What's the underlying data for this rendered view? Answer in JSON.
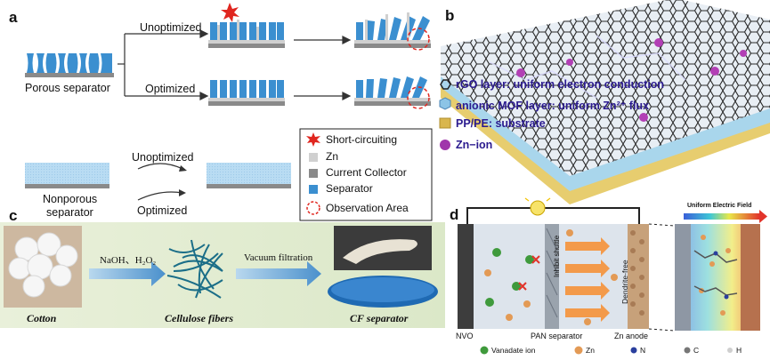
{
  "panel_a": {
    "label": "a",
    "porous_label": "Porous separator",
    "unoptimized": "Unoptimized",
    "optimized": "Optimized",
    "nonporous_label_1": "Nonporous",
    "nonporous_label_2": "separator",
    "legend": [
      {
        "text": "Short-circuiting",
        "icon": "star-burst-icon",
        "color": "#e0261f"
      },
      {
        "text": "Zn",
        "icon": "light-gray-square-icon",
        "color": "#d0d0d0"
      },
      {
        "text": "Current Collector",
        "icon": "gray-square-icon",
        "color": "#8a8a8a"
      },
      {
        "text": "Separator",
        "icon": "blue-square-icon",
        "color": "#3b8fd0"
      },
      {
        "text": "Observation Area",
        "icon": "dashed-circle-icon",
        "color": "#e0261f"
      }
    ]
  },
  "panel_b": {
    "label": "b",
    "items": [
      {
        "text": "rGO layer: uniform electron conduction",
        "icon": "hexagon-icon"
      },
      {
        "text": "anionic MOF layer: uniform Zn²⁺ flux",
        "icon": "polyhedron-icon"
      },
      {
        "text": "PP/PE: substrate",
        "icon": "gold-cube-icon"
      },
      {
        "text": "Zn−ion",
        "icon": "purple-sphere-icon"
      }
    ]
  },
  "panel_c": {
    "label": "c",
    "step1": "NaOH、H₂O₂",
    "step2": "Vacuum filtration",
    "captions": [
      "Cotton",
      "Cellulose fibers",
      "CF separator"
    ]
  },
  "panel_d": {
    "label": "d",
    "field_label": "Uniform Electric Field",
    "inhibit": "Inhibit shuttle",
    "dendrite": "Dendrite-free",
    "electrodes": [
      "NVO",
      "PAN separator",
      "Zn anode"
    ],
    "legend": [
      {
        "text": "Vanadate ion",
        "color": "#3f9a3c"
      },
      {
        "text": "Zn",
        "color": "#e39a55"
      },
      {
        "text": "N",
        "color": "#2a3f9e"
      },
      {
        "text": "C",
        "color": "#777777"
      },
      {
        "text": "H",
        "color": "#cfcfcf"
      }
    ]
  }
}
